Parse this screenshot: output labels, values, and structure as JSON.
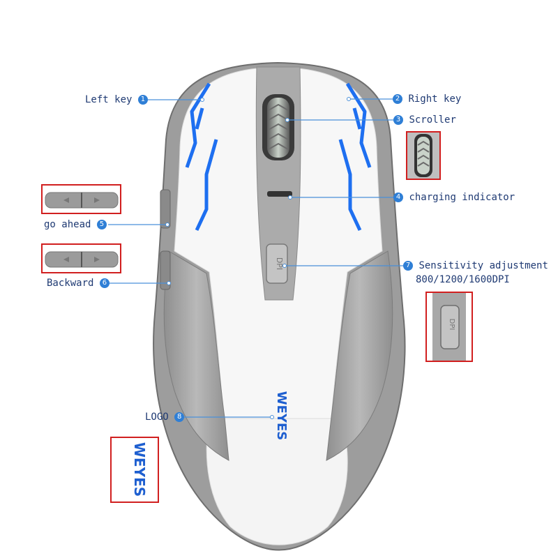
{
  "colors": {
    "leader": "#4a90d9",
    "badge": "#2f7fd6",
    "callout_border": "#d11f1f",
    "accent_blue": "#1e6ff0",
    "shell_gray": "#a9a9a9",
    "shell_white": "#f7f7f7"
  },
  "brand": {
    "logo_text": "WEYES"
  },
  "callouts": [
    {
      "num": "1",
      "label": "Left key"
    },
    {
      "num": "2",
      "label": "Right key"
    },
    {
      "num": "3",
      "label": "Scroller"
    },
    {
      "num": "4",
      "label": "charging indicator"
    },
    {
      "num": "5",
      "label": "go ahead"
    },
    {
      "num": "6",
      "label": "Backward"
    },
    {
      "num": "7",
      "label": "Sensitivity adjustment",
      "sublabel": "800/1200/1600DPI"
    },
    {
      "num": "8",
      "label": "LOGO"
    }
  ],
  "dpi_button_text": "DPI"
}
